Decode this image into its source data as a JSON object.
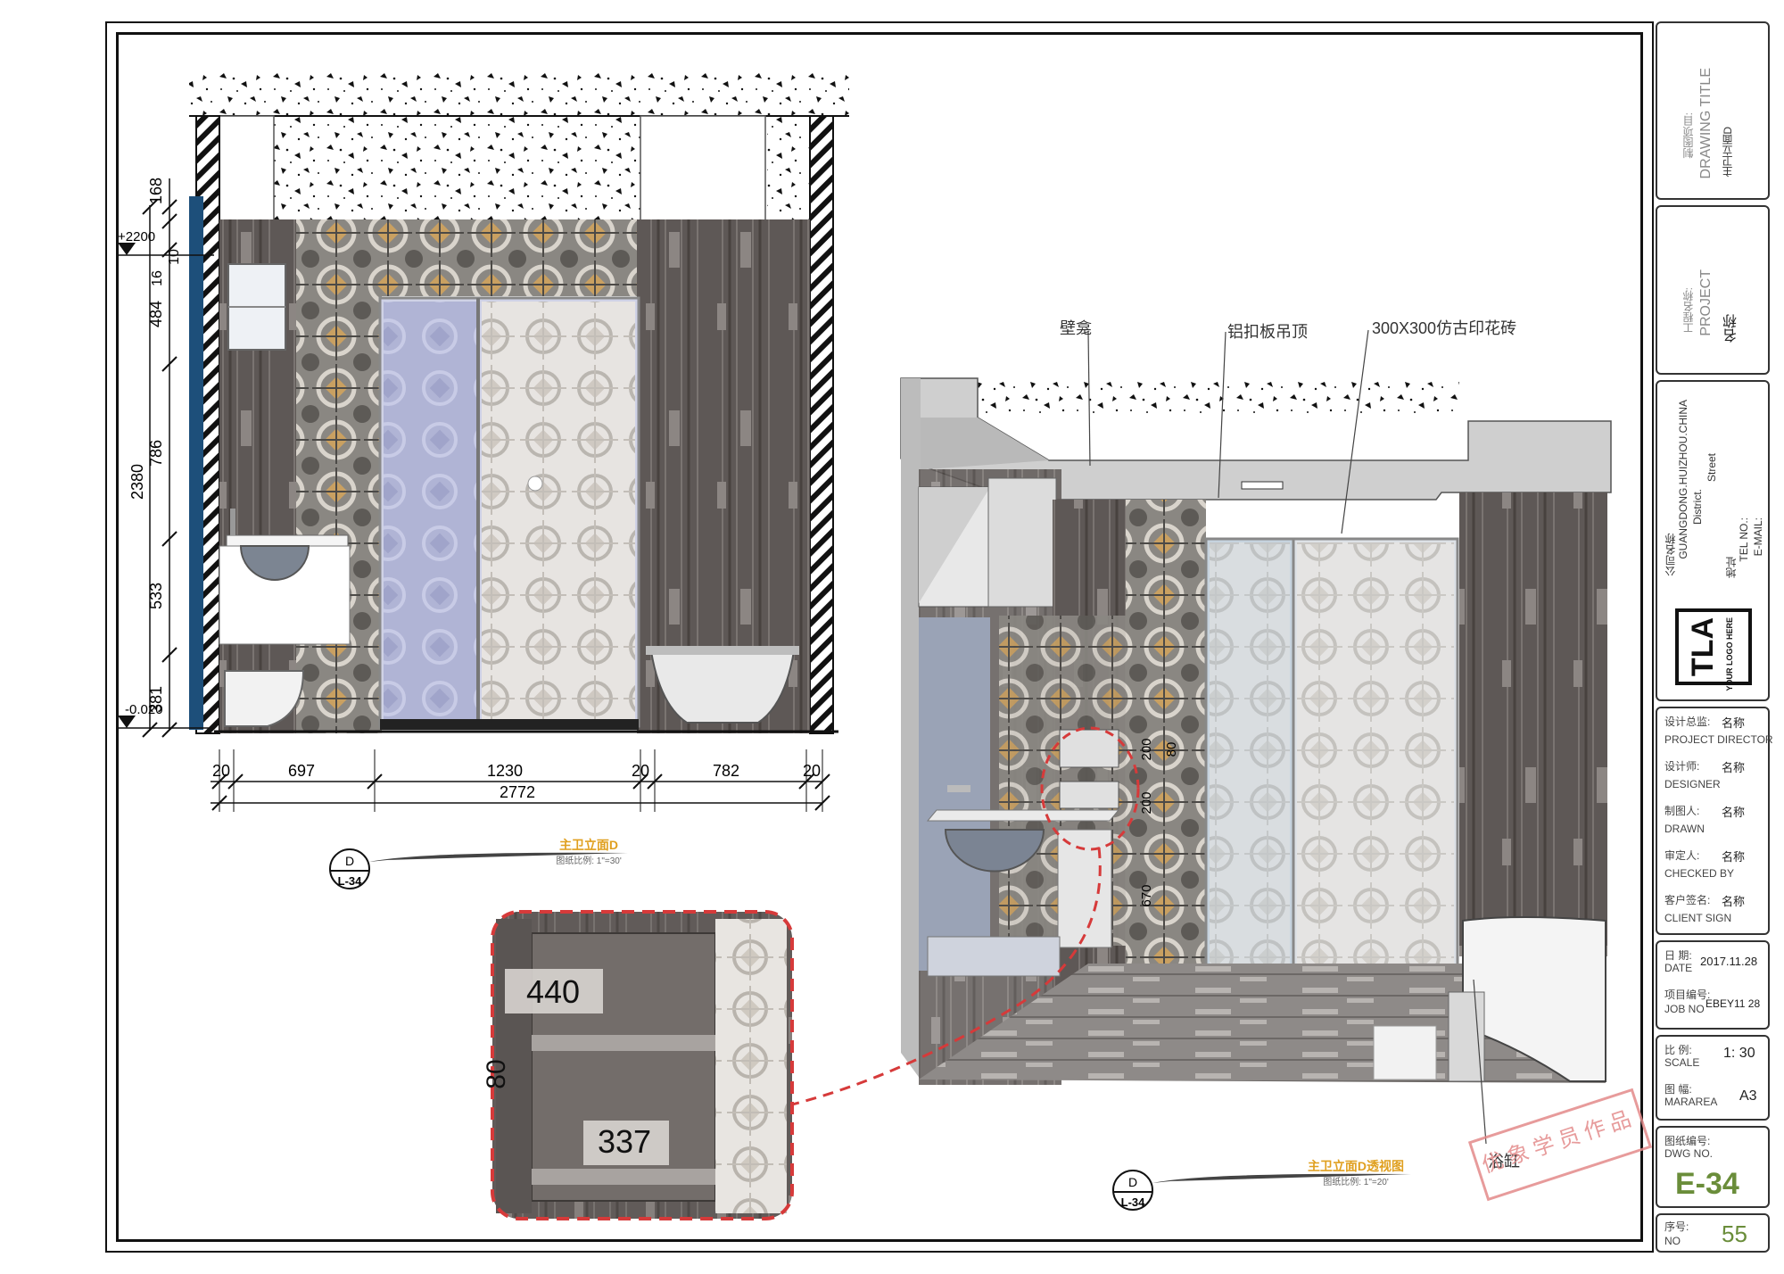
{
  "drawing": {
    "elevation": {
      "dims_bottom": [
        "20",
        "697",
        "1230",
        "20",
        "782",
        "20"
      ],
      "dims_total": "2772",
      "dims_left": [
        "168",
        "10",
        "16",
        "484",
        "786",
        "533",
        "381"
      ],
      "dim_height": "2380",
      "level_top": "+2200",
      "level_bottom": "-0.020",
      "title": "主卫立面D",
      "scale": "图纸比例: 1\"=30'",
      "marker_letter": "D",
      "marker_sheet": "L-34"
    },
    "perspective": {
      "labels": [
        "壁龛",
        "铝扣板吊顶",
        "300X300仿古印花砖",
        "浴缸"
      ],
      "dims": [
        "200",
        "80",
        "200",
        "670"
      ],
      "title": "主卫立面D透视图",
      "scale": "图纸比例: 1\"=20'",
      "marker_letter": "D",
      "marker_sheet": "L-34"
    },
    "detail": {
      "dims": [
        "440",
        "80",
        "337"
      ]
    }
  },
  "title_block": {
    "drawing_title_cn": "制图项目:",
    "drawing_title_en": "DRAWING TITLE",
    "drawing_title_value": "主卫立面D",
    "project_cn": "工程名称:",
    "project_en": "PROJECT",
    "project_value": "名称",
    "company_cn": "公司名称",
    "company_location": "GUANGDONG.HUIZHOU.CHINA",
    "company_district": "District.",
    "company_street": "Street",
    "address_cn": "地址",
    "tel": "TEL NO.:",
    "email": "E-MAIL:",
    "logo_text": "TLA",
    "logo_sub": "YOUR LOGO HERE",
    "roles": [
      {
        "cn": "设计总监:",
        "value": "名称",
        "en": "PROJECT DIRECTOR"
      },
      {
        "cn": "设计师:",
        "value": "名称",
        "en": "DESIGNER"
      },
      {
        "cn": "制图人:",
        "value": "名称",
        "en": "DRAWN"
      },
      {
        "cn": "审定人:",
        "value": "名称",
        "en": "CHECKED BY"
      },
      {
        "cn": "客户签名:",
        "value": "名称",
        "en": "CLIENT SIGN"
      }
    ],
    "date_cn": "日 期:",
    "date_en": "DATE",
    "date_value": "2017.11.28",
    "job_cn": "项目编号:",
    "job_en": "JOB NO",
    "job_value": "EBEY11 28",
    "scale_cn": "比 例:",
    "scale_en": "SCALE",
    "scale_value": "1: 30",
    "size_cn": "图 幅:",
    "size_en": "MARAREA",
    "size_value": "A3",
    "dwg_cn": "图纸编号:",
    "dwg_en": "DWG NO.",
    "dwg_value": "E-34",
    "no_cn": "序号:",
    "no_en": "NO",
    "no_value": "55"
  },
  "watermark": "优象学员作品",
  "colors": {
    "accent_blue": "#1d4f7a",
    "stamp_red": "#e38a8a",
    "dim_red": "#d63a3a",
    "title_orange": "#e0a020",
    "green": "#6a8d3a"
  }
}
